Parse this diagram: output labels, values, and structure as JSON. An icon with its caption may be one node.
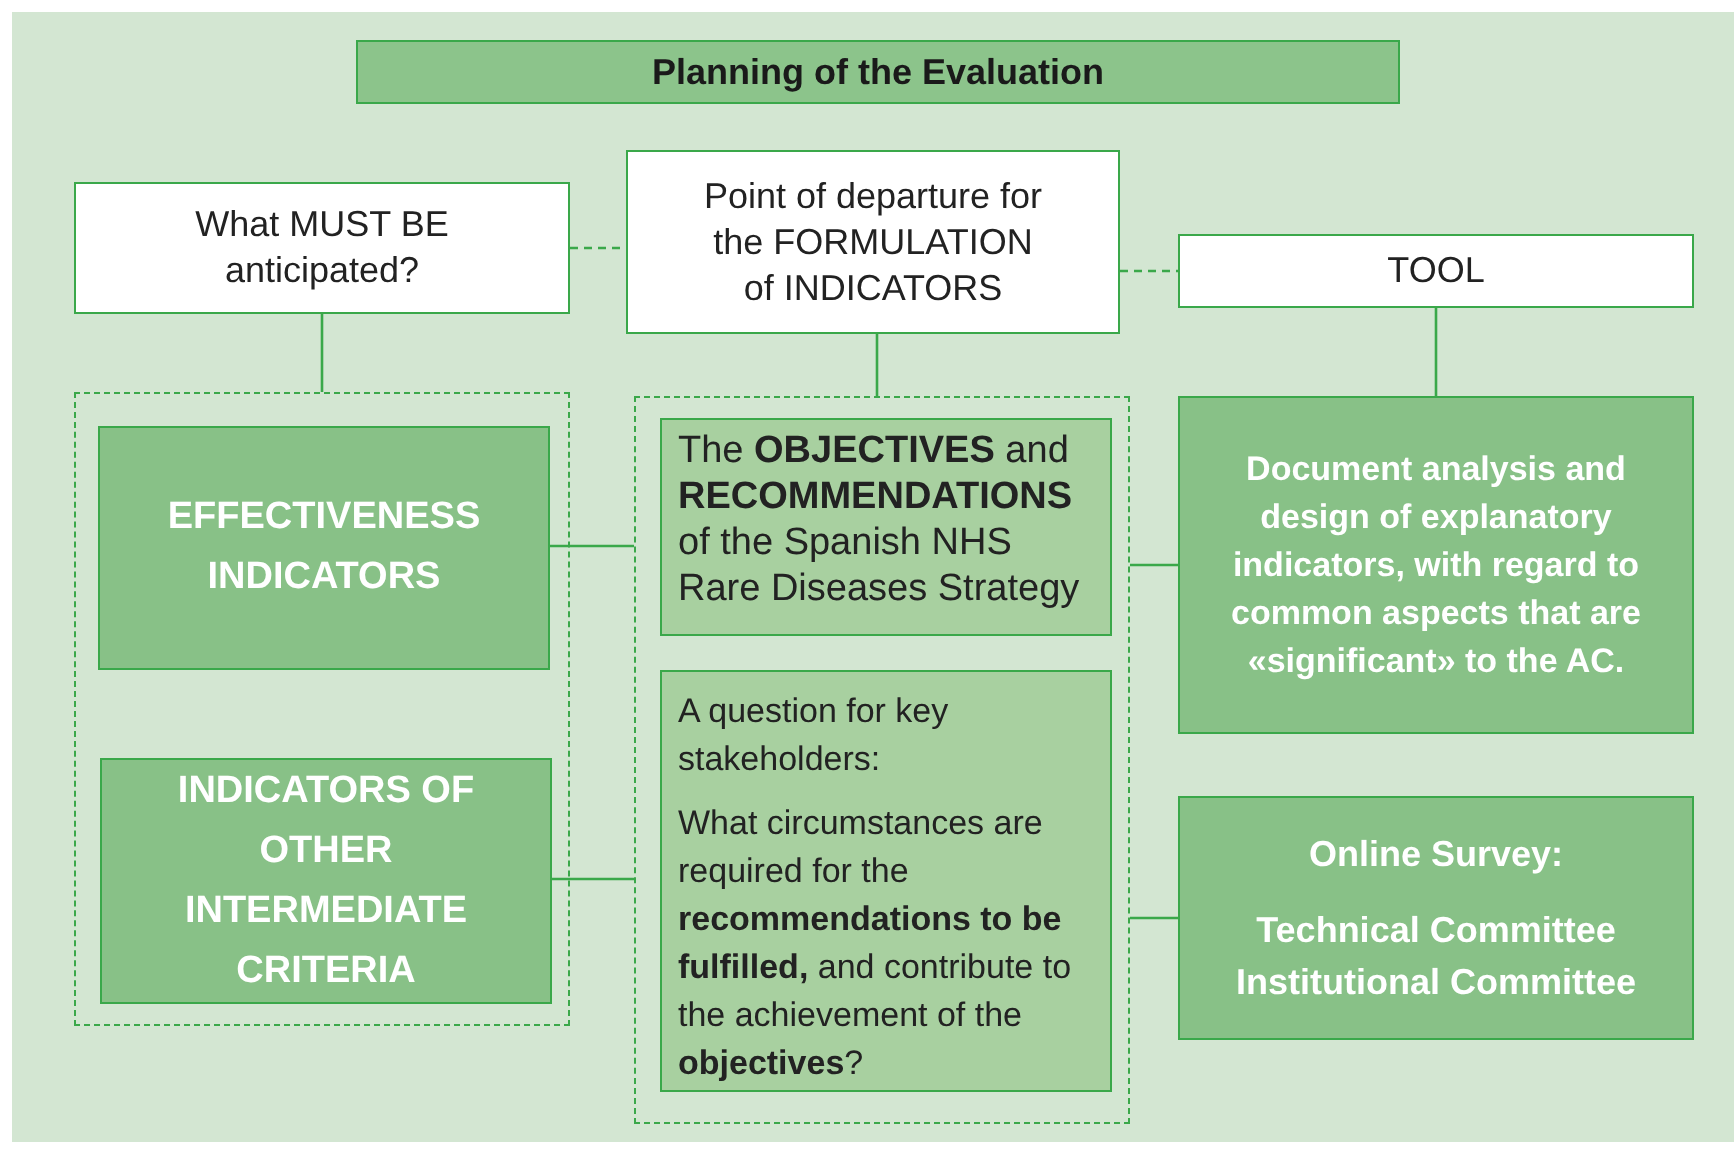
{
  "diagram": {
    "nodes": [
      {
        "text": [
          "Planning of the Evaluation"
        ]
      },
      {
        "text": [
          "What MUST BE anticipated?"
        ]
      },
      {
        "text": [
          "Point of departure for the FORMULATION of INDICATORS"
        ]
      },
      {
        "text": [
          "TOOL"
        ]
      },
      {
        "text": [],
        "shape": "box"
      },
      {
        "text": [
          "EFFECTIVENESS INDICATORS"
        ],
        "in": 4
      },
      {
        "text": [
          "INDICATORS OF OTHER INTERMEDIATE CRITERIA"
        ],
        "in": 4
      },
      {
        "text": [],
        "shape": "box"
      },
      {
        "text": [
          "The **OBJECTIVES** and **RECOMMENDATIONS** of the Spanish NHS Rare Diseases Strategy"
        ],
        "in": 7
      },
      {
        "text": [
          "A question for key stakeholders:",
          "What circumstances are required for the **recommendations to be fulfilled,** and contribute to the achievement of the **objectives**?"
        ],
        "in": 7
      },
      {
        "text": [
          "Document analysis and design of explanatory indicators, with regard to common aspects that are «significant» to the AC."
        ]
      },
      {
        "text": [
          "Online Survey:",
          "Technical Committee",
          "Institutional Committee"
        ]
      }
    ],
    "edges": [
      {
        "from": 1,
        "to": 2,
        "arrow": "none",
        "style": "dashed"
      },
      {
        "from": 2,
        "to": 3,
        "arrow": "none",
        "style": "dashed"
      },
      {
        "from": 1,
        "to": 4,
        "arrow": "none"
      },
      {
        "from": 2,
        "to": 7,
        "arrow": "none"
      },
      {
        "from": 3,
        "to": 10,
        "arrow": "none"
      },
      {
        "from": 5,
        "to": 7,
        "arrow": "none"
      },
      {
        "from": 6,
        "to": 7,
        "arrow": "none"
      },
      {
        "from": 7,
        "to": 10,
        "arrow": "none"
      },
      {
        "from": 7,
        "to": 11,
        "arrow": "none"
      }
    ]
  }
}
